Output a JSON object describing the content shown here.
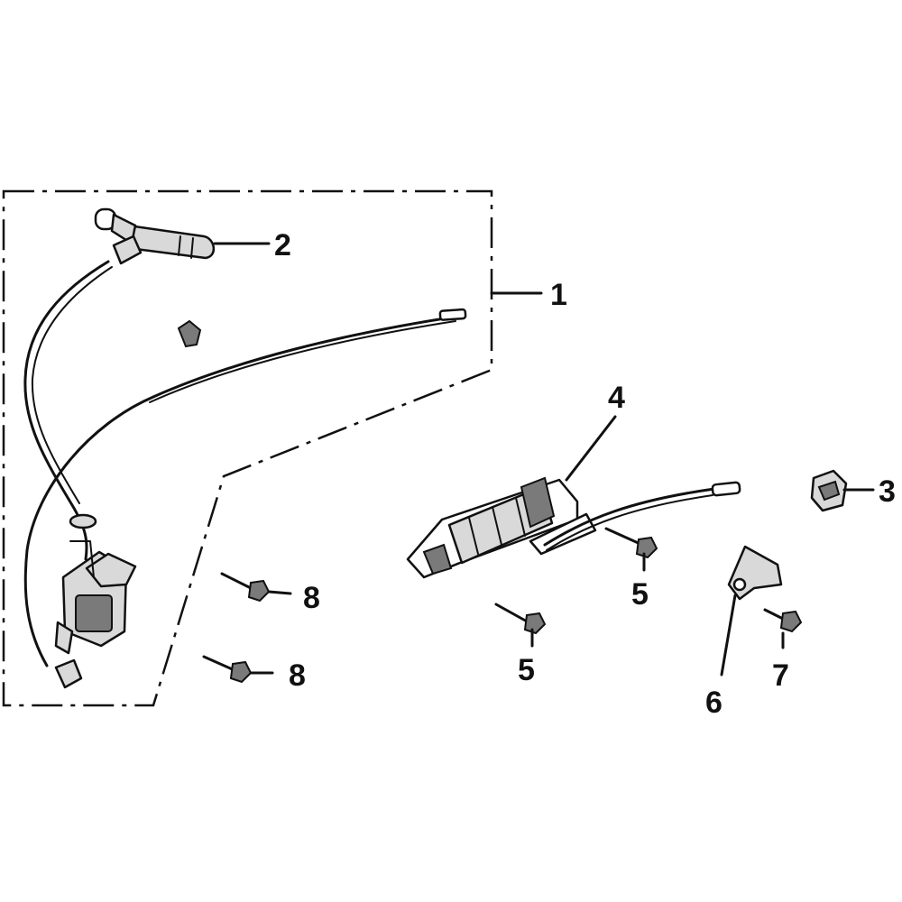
{
  "callouts": [
    {
      "id": "1",
      "label": "1"
    },
    {
      "id": "2",
      "label": "2"
    },
    {
      "id": "3",
      "label": "3"
    },
    {
      "id": "4",
      "label": "4"
    },
    {
      "id": "5a",
      "label": "5"
    },
    {
      "id": "5b",
      "label": "5"
    },
    {
      "id": "6",
      "label": "6"
    },
    {
      "id": "7",
      "label": "7"
    },
    {
      "id": "8a",
      "label": "8"
    },
    {
      "id": "8b",
      "label": "8"
    }
  ]
}
